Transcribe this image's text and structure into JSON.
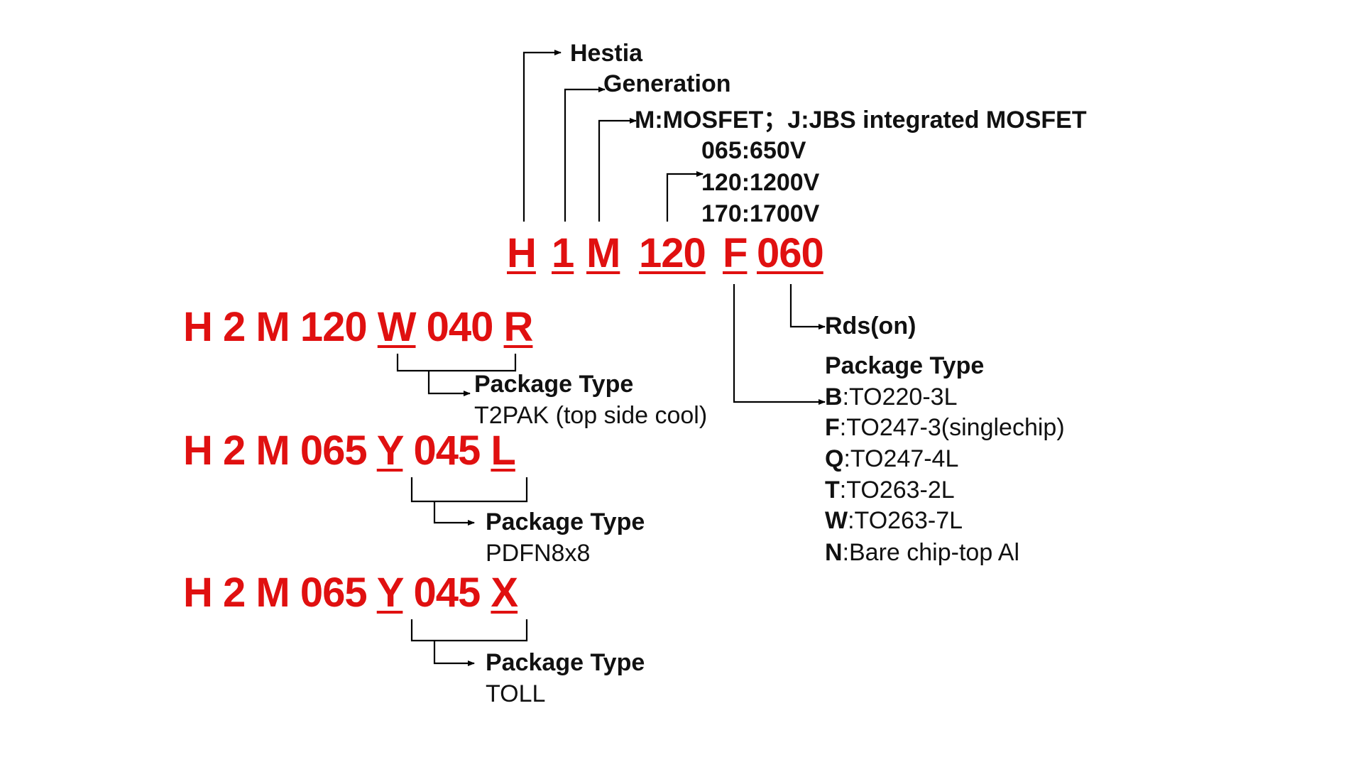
{
  "main_code": {
    "segments": [
      "H",
      "1",
      "M",
      "120",
      "F",
      "060"
    ],
    "labels": {
      "hestia": "Hestia",
      "generation": "Generation",
      "type": "M:MOSFET；J:JBS integrated MOSFET",
      "voltage_options": [
        "065:650V",
        "120:1200V",
        "170:1700V"
      ],
      "rds": "Rds(on)"
    },
    "package": {
      "title": "Package Type",
      "options": [
        {
          "code": "B",
          "desc": ":TO220-3L"
        },
        {
          "code": "F",
          "desc": ":TO247-3(singlechip)"
        },
        {
          "code": "Q",
          "desc": ":TO247-4L"
        },
        {
          "code": "T",
          "desc": ":TO263-2L"
        },
        {
          "code": "W",
          "desc": ":TO263-7L"
        },
        {
          "code": "N",
          "desc": ":Bare chip-top Al"
        }
      ]
    }
  },
  "examples": [
    {
      "segments": [
        "H",
        "2",
        "M",
        "120",
        "W",
        "040",
        "R"
      ],
      "package_title": "Package Type",
      "package_value": "T2PAK (top side cool)"
    },
    {
      "segments": [
        "H",
        "2",
        "M",
        "065",
        "Y",
        "045",
        "L"
      ],
      "package_title": "Package Type",
      "package_value": "PDFN8x8"
    },
    {
      "segments": [
        "H",
        "2",
        "M",
        "065",
        "Y",
        "045",
        "X"
      ],
      "package_title": "Package Type",
      "package_value": "TOLL"
    }
  ],
  "colors": {
    "code_red": "#e01010",
    "text": "#111111",
    "line": "#000000"
  }
}
